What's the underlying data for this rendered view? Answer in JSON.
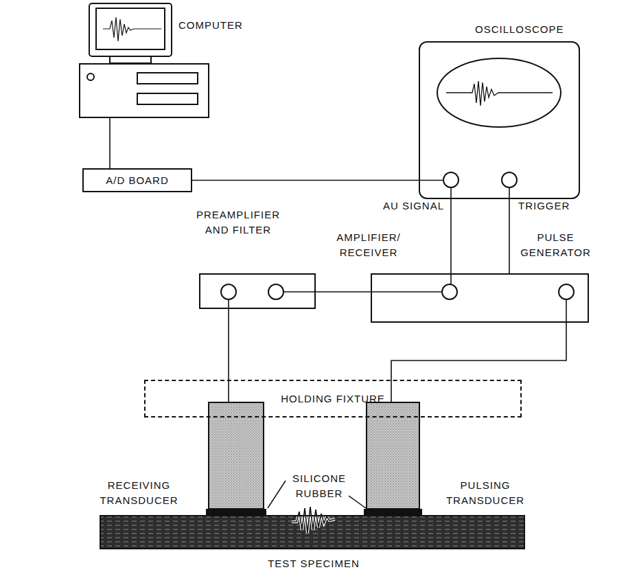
{
  "diagram": {
    "nodes": [
      {
        "text": [
          "COMPUTER"
        ]
      },
      {
        "text": [
          "A/D BOARD"
        ]
      },
      {
        "text": [
          "OSCILLOSCOPE"
        ]
      },
      {
        "text": [
          "PREAMPLIFIER AND FILTER"
        ]
      },
      {
        "text": [
          "AMPLIFIER/ RECEIVER",
          "PULSE GENERATOR"
        ]
      },
      {
        "text": [
          "HOLDING FIXTURE"
        ]
      },
      {
        "text": [
          "RECEIVING TRANSDUCER"
        ]
      },
      {
        "text": [
          "PULSING TRANSDUCER"
        ]
      },
      {
        "text": [
          "TEST SPECIMEN"
        ]
      }
    ],
    "edges": [
      {
        "from": 0,
        "to": 1,
        "arrow": "none"
      },
      {
        "from": 1,
        "to": 2,
        "arrow": "none"
      },
      {
        "from": 2,
        "to": 4,
        "label": "AU SIGNAL",
        "arrow": "none"
      },
      {
        "from": 2,
        "to": 4,
        "label": "TRIGGER",
        "arrow": "none"
      },
      {
        "from": 3,
        "to": 4,
        "arrow": "none"
      },
      {
        "from": 3,
        "to": 6,
        "arrow": "none"
      },
      {
        "from": 4,
        "to": 7,
        "arrow": "none"
      }
    ],
    "labels": [
      "SILICONE RUBBER"
    ]
  }
}
